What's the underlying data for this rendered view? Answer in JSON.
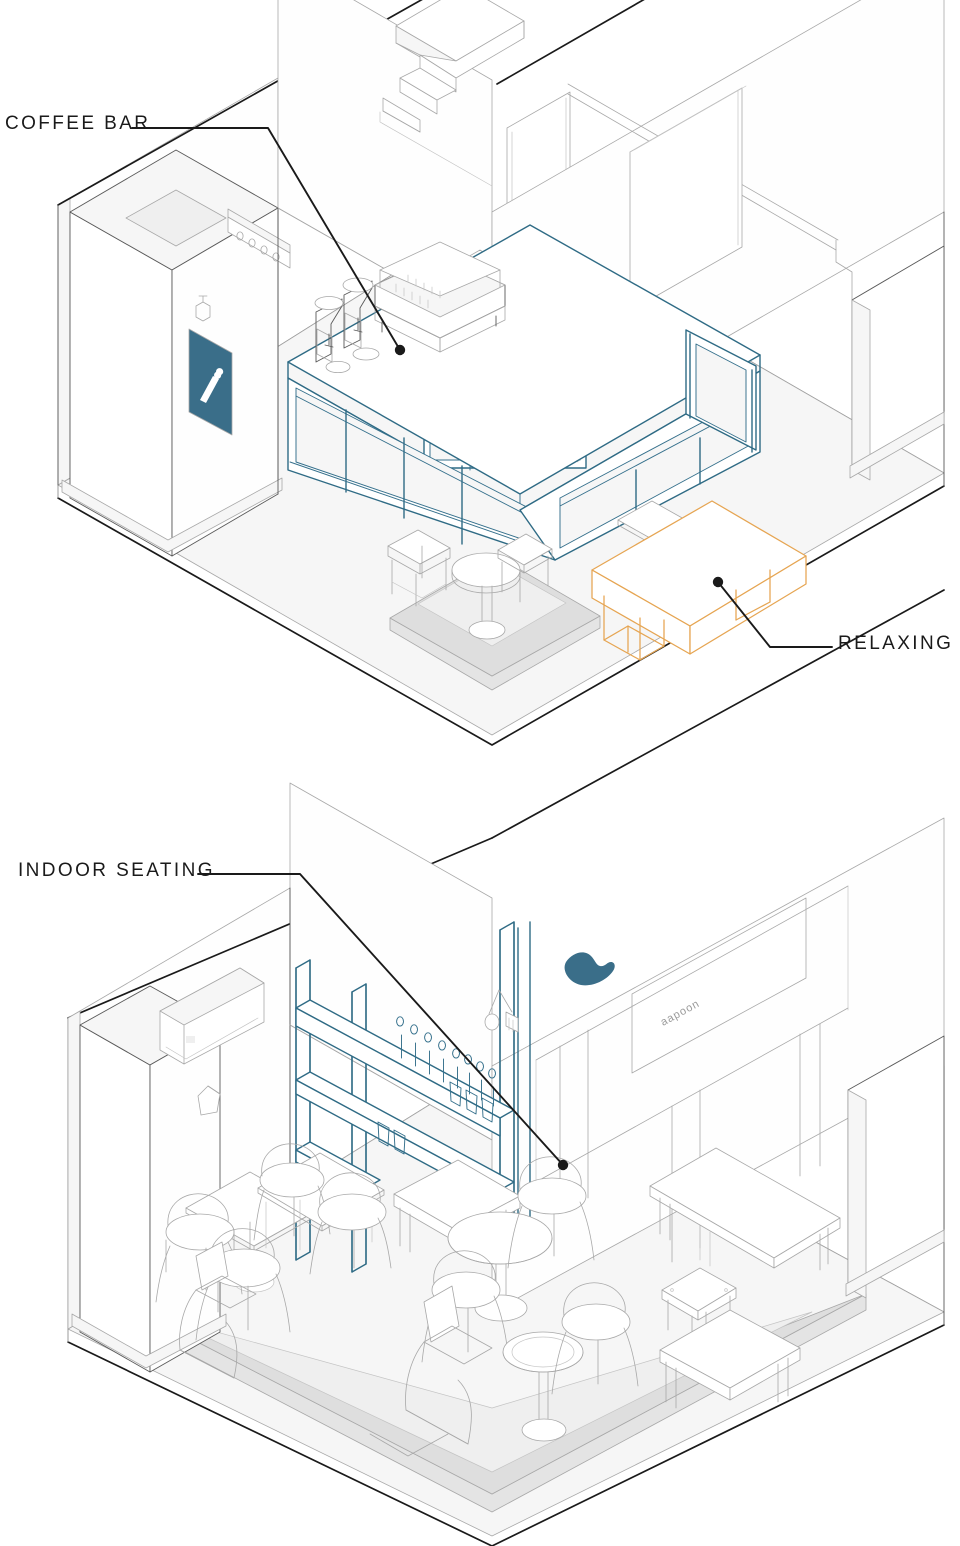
{
  "document": {
    "type": "architectural-isometric-diagram",
    "subject": "coffee shop interior",
    "views": 2
  },
  "callouts": [
    {
      "id": "coffee-bar",
      "label": "COFFEE BAR",
      "view": "upper",
      "target": "espresso-bar-counter"
    },
    {
      "id": "relaxing",
      "label": "RELAXING",
      "view": "upper",
      "target": "long-lounge-bench"
    },
    {
      "id": "indoor-seating",
      "label": "INDOOR SEATING",
      "view": "lower",
      "target": "cafe-seating-cluster"
    }
  ],
  "colors": {
    "accent_teal": "#2f6b85",
    "accent_orange": "#e6a552",
    "logo_blue": "#3a6e89",
    "line_default": "#5a5a5a",
    "line_light": "#a8a8a8",
    "line_heavy": "#1a1a1a",
    "floor_grey": "#e4e4e4",
    "background": "#ffffff"
  },
  "upper_view": {
    "name": "Coffee bar / service area",
    "elements": [
      {
        "name": "staircase",
        "note": "stepped flight at top ceiling edge"
      },
      {
        "name": "ceiling-bulkhead",
        "note": "white soffit band"
      },
      {
        "name": "full-height-door",
        "note": "rear doorway"
      },
      {
        "name": "wall-panel-artwork",
        "note": "dark blue framed panel on left pier",
        "color": "#3a6e89"
      },
      {
        "name": "wall-sconce",
        "note": "small pendant above artwork"
      },
      {
        "name": "track-fixture",
        "note": "recessed light strip with five spots"
      },
      {
        "name": "roller-blind",
        "note": "large wall blind, right wall"
      },
      {
        "name": "espresso-machine",
        "note": "three group machine on bar top"
      },
      {
        "name": "coffee-grinder-left"
      },
      {
        "name": "coffee-grinder-right"
      },
      {
        "name": "bar-sink",
        "note": "undermount sink with tall faucet"
      },
      {
        "name": "main-bar-counter",
        "note": "L-shaped service counter, teal frame"
      },
      {
        "name": "back-bar-cabinet",
        "note": "glazed cabinetry behind bar"
      },
      {
        "name": "bar-stool"
      },
      {
        "name": "round-pedestal-table"
      },
      {
        "name": "side-stool"
      },
      {
        "name": "wall-shelf-table",
        "note": "small wall-mounted table"
      },
      {
        "name": "long-lounge-bench",
        "note": "orange-outlined relaxing bench"
      },
      {
        "name": "entry-threshold",
        "note": "grey floor step"
      },
      {
        "name": "floor-slab"
      }
    ]
  },
  "lower_view": {
    "name": "Indoor seating / dining area",
    "signage": {
      "logo_shape": "coffee-bean-swoosh",
      "logo_color": "#3a6e89",
      "board_text": "aapoon"
    },
    "elements": [
      {
        "name": "air-conditioner",
        "note": "wall split unit, left wall"
      },
      {
        "name": "wall-sconce",
        "note": "conical wall light"
      },
      {
        "name": "open-shelving-unit",
        "note": "teal steel frame partition with shelves"
      },
      {
        "name": "shelf-utensils",
        "note": "row of hanging spoons / tools"
      },
      {
        "name": "shelf-cups",
        "note": "row of cups on lower shelf"
      },
      {
        "name": "hanging-scale",
        "note": "small hanging fixture at shelf end"
      },
      {
        "name": "signboard",
        "note": "white backlit sign panel on rear wall"
      },
      {
        "name": "window-wall",
        "note": "mullioned glazing, right wall"
      },
      {
        "name": "window-counter-bench",
        "note": "long counter under windows"
      },
      {
        "name": "square-dining-table"
      },
      {
        "name": "round-dining-table"
      },
      {
        "name": "small-round-cafe-table"
      },
      {
        "name": "armchair"
      },
      {
        "name": "cantilever-chair"
      },
      {
        "name": "wooden-bench"
      },
      {
        "name": "wooden-stool"
      },
      {
        "name": "side-table"
      },
      {
        "name": "entry-threshold",
        "note": "grey floor step"
      },
      {
        "name": "floor-slab"
      }
    ]
  }
}
